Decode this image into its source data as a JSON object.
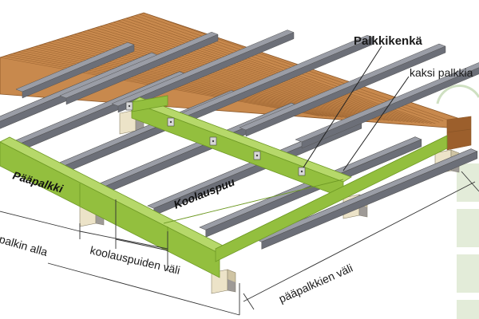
{
  "labels": {
    "palkkikenka": "Palkkikenkä",
    "kaksi_palkkia": "kaksi palkkia",
    "paapalkki": "Pääpalkki",
    "koolauspuu": "Koolauspuu",
    "palkin_alla": "palkin alla",
    "koolauspuiden_vali": "koolauspuiden väli",
    "paapalkkien_vali": "pääpalkkien väli"
  },
  "colors": {
    "deck_top": "#c8894d",
    "deck_line": "#8a5526",
    "deck_edge": "#9c5f2c",
    "joist_top": "#9a9da6",
    "joist_side": "#6c6f78",
    "beam_top": "#b6d86a",
    "beam_side": "#93bf3e",
    "beam_edge": "#6f9a25",
    "post": "#ece3c8",
    "post_shade": "#cfc4a3",
    "accent_panel": "#e3ecd9"
  }
}
